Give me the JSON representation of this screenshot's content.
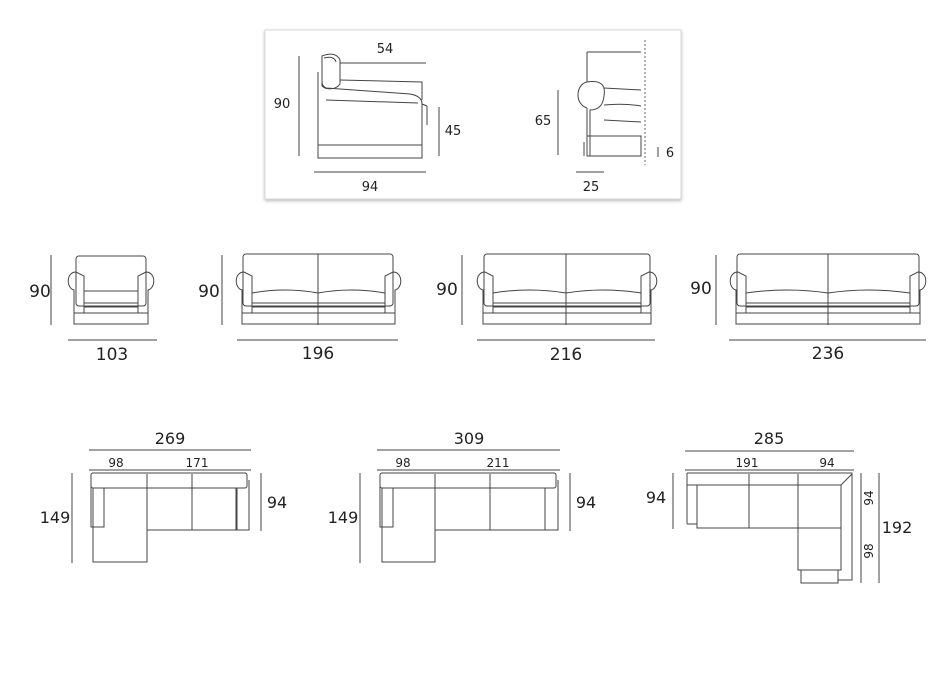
{
  "side_views": {
    "sofa_side": {
      "top_depth": "54",
      "height": "90",
      "seat_height": "45",
      "depth": "94"
    },
    "armrest_section": {
      "height": "65",
      "leg_height": "6",
      "width": "25"
    }
  },
  "front_views": [
    {
      "height": "90",
      "width": "103"
    },
    {
      "height": "90",
      "width": "196"
    },
    {
      "height": "90",
      "width": "216"
    },
    {
      "height": "90",
      "width": "236"
    }
  ],
  "sectionals": [
    {
      "total_width": "269",
      "chaise_width": "98",
      "sofa_width": "171",
      "depth": "149",
      "sofa_depth": "94"
    },
    {
      "total_width": "309",
      "chaise_width": "98",
      "sofa_width": "211",
      "depth": "149",
      "sofa_depth": "94"
    },
    {
      "total_width": "285",
      "sofa_width": "191",
      "corner_width": "94",
      "sofa_depth": "94",
      "corner_depth": "94",
      "return_depth": "98",
      "total_depth": "192"
    }
  ]
}
